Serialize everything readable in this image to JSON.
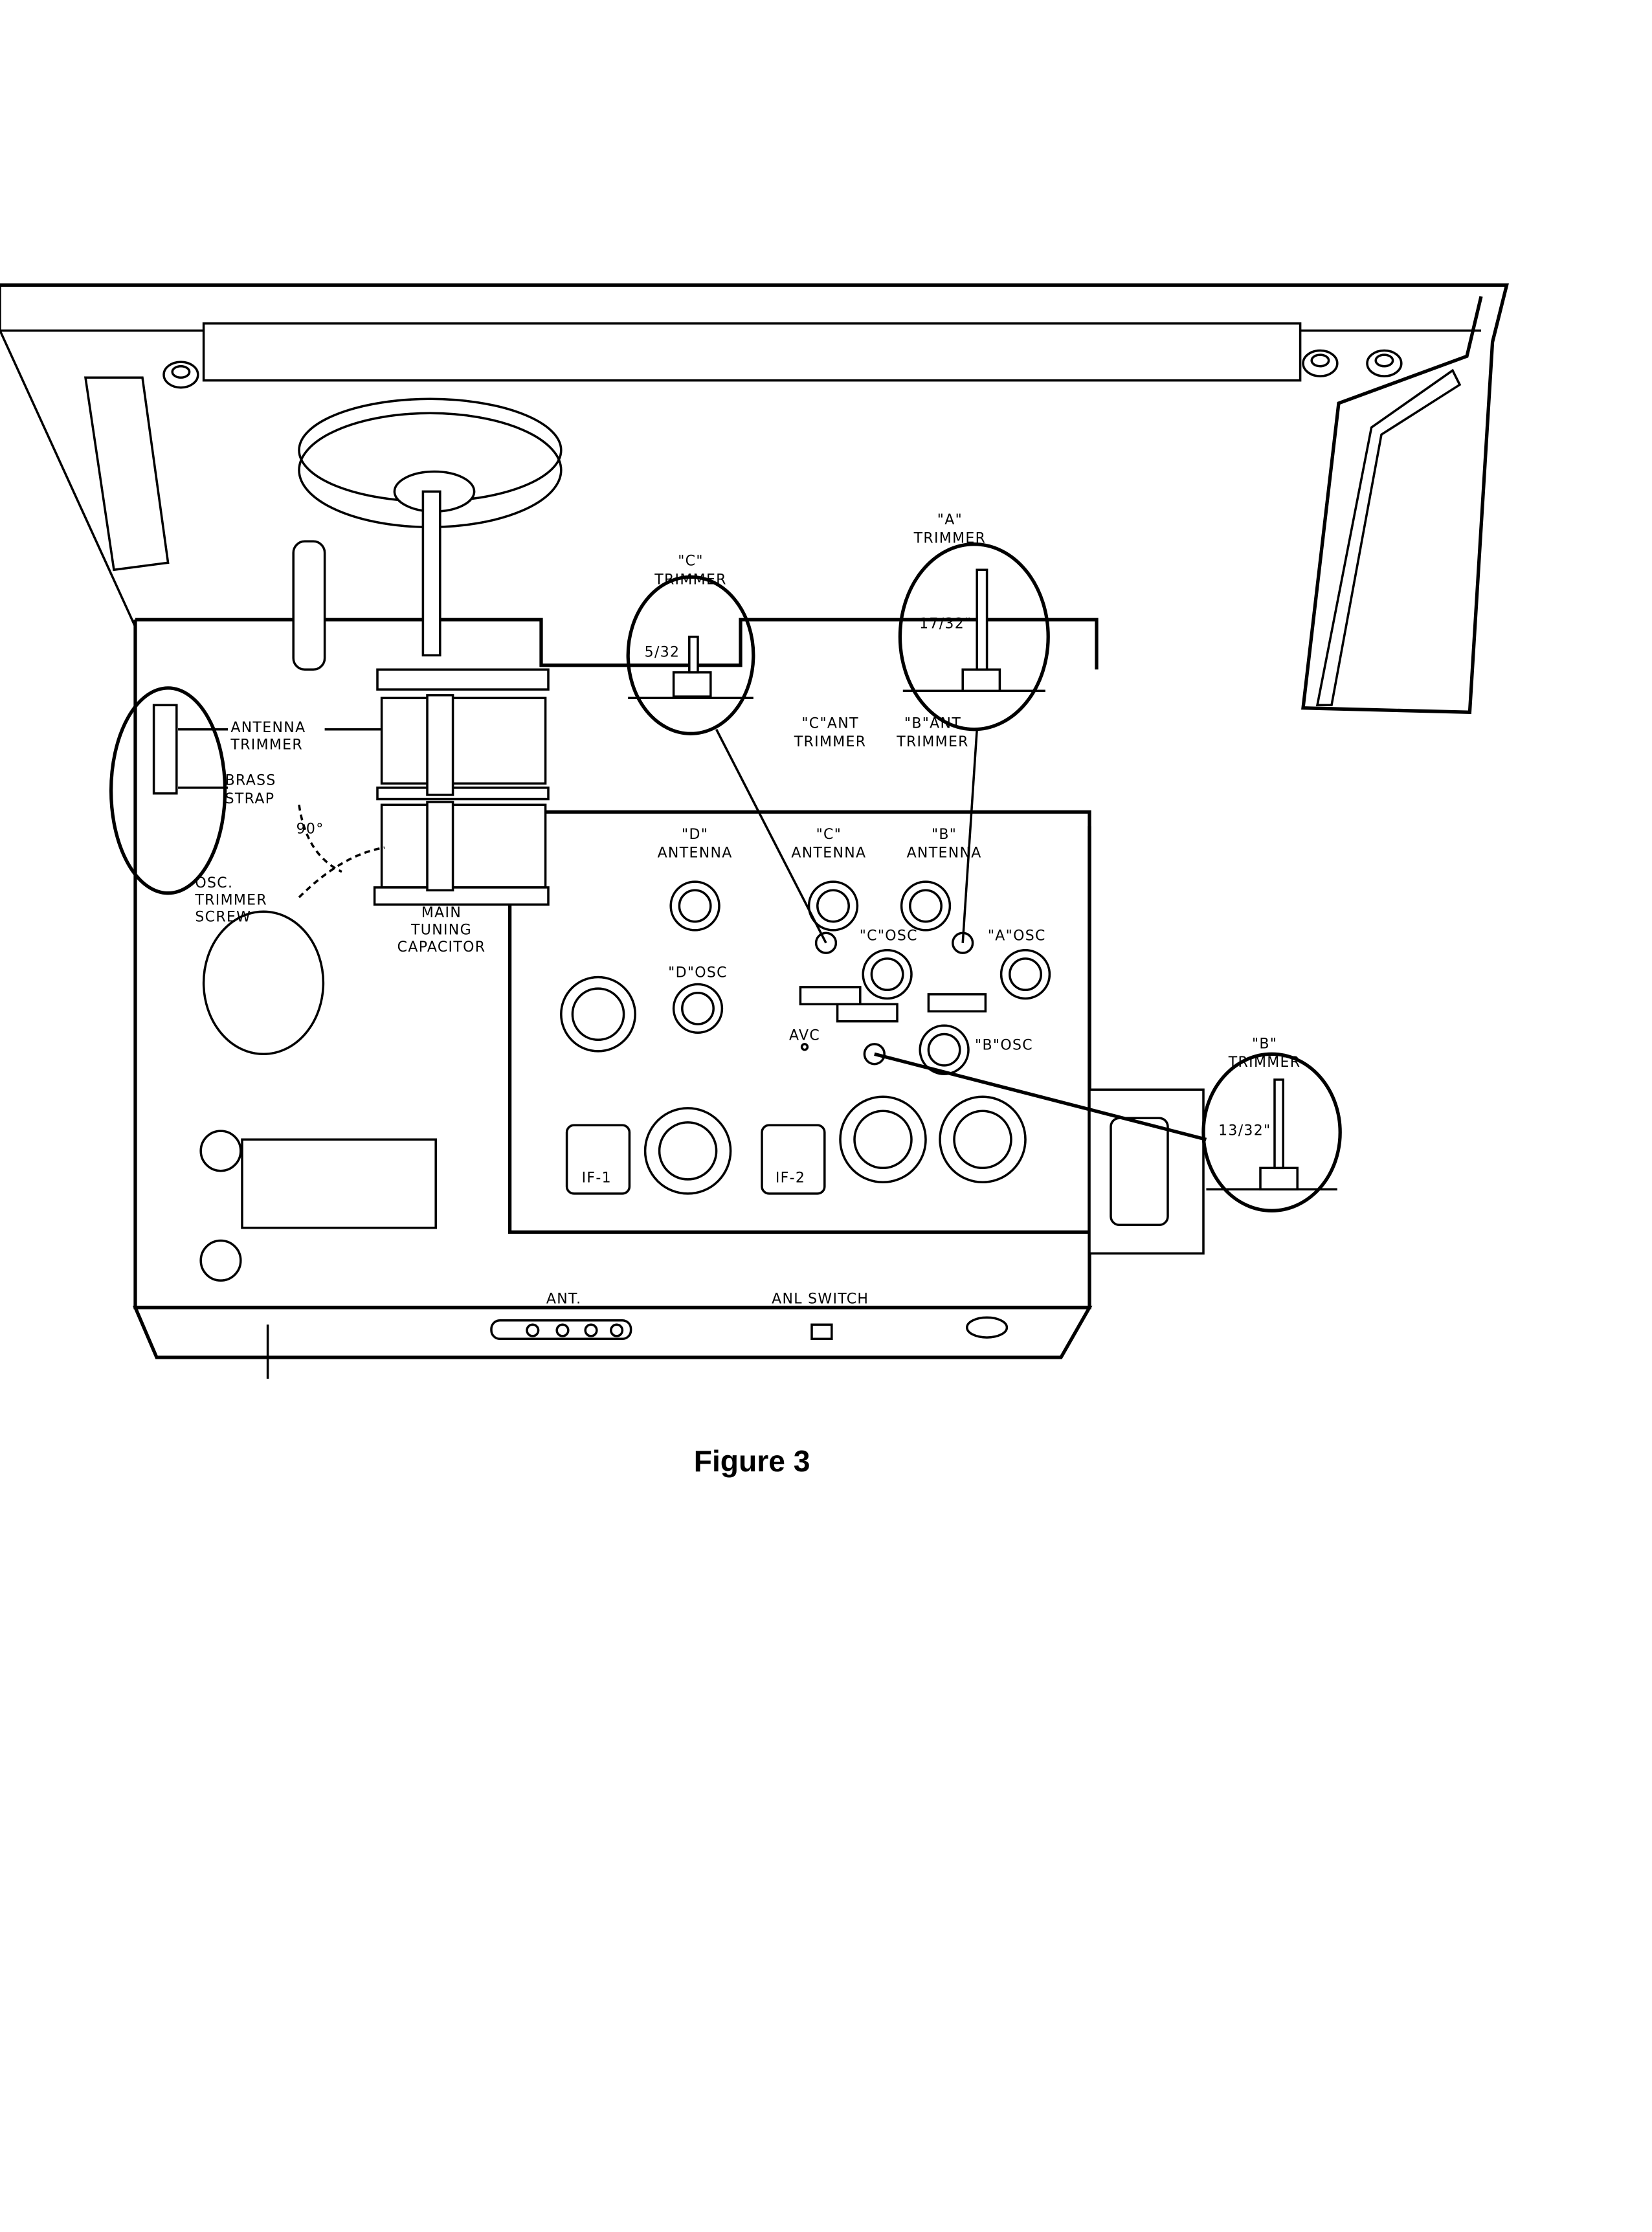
{
  "figure": {
    "caption": "Figure 3",
    "callouts": {
      "c_trimmer": {
        "line1": "\"C\"",
        "line2": "TRIMMER",
        "dimension": "5/32"
      },
      "a_trimmer": {
        "line1": "\"A\"",
        "line2": "TRIMMER",
        "dimension": "17/32\""
      },
      "b_trimmer": {
        "line1": "\"B\"",
        "line2": "TRIMMER",
        "dimension": "13/32\""
      }
    },
    "labels": {
      "antenna_trimmer": [
        "ANTENNA",
        "TRIMMER"
      ],
      "brass_strap": [
        "BRASS",
        "STRAP"
      ],
      "angle": "90°",
      "osc_trimmer_screw": [
        "OSC.",
        "TRIMMER",
        "SCREW"
      ],
      "main_tuning_capacitor": [
        "MAIN",
        "TUNING",
        "CAPACITOR"
      ],
      "c_ant_trimmer": [
        "\"C\"ANT",
        "TRIMMER"
      ],
      "b_ant_trimmer": [
        "\"B\"ANT",
        "TRIMMER"
      ],
      "d_antenna": [
        "\"D\"",
        "ANTENNA"
      ],
      "c_antenna": [
        "\"C\"",
        "ANTENNA"
      ],
      "b_antenna": [
        "\"B\"",
        "ANTENNA"
      ],
      "c_osc": "\"C\"OSC",
      "a_osc": "\"A\"OSC",
      "d_osc": "\"D\"OSC",
      "b_osc": "\"B\"OSC",
      "avc": "AVC",
      "if1": "IF-1",
      "if2": "IF-2",
      "ant": "ANT.",
      "anl_switch": "ANL SWITCH"
    }
  }
}
